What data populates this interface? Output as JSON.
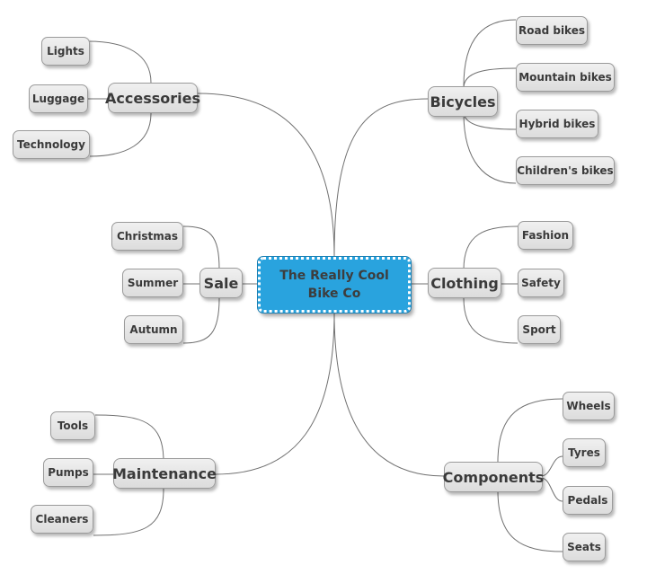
{
  "center": {
    "line1": "The Really Cool",
    "line2": "Bike Co"
  },
  "branches": {
    "accessories": {
      "label": "Accessories",
      "children": [
        "Lights",
        "Luggage",
        "Technology"
      ]
    },
    "sale": {
      "label": "Sale",
      "children": [
        "Christmas",
        "Summer",
        "Autumn"
      ]
    },
    "maintenance": {
      "label": "Maintenance",
      "children": [
        "Tools",
        "Pumps",
        "Cleaners"
      ]
    },
    "bicycles": {
      "label": "Bicycles",
      "children": [
        "Road bikes",
        "Mountain bikes",
        "Hybrid bikes",
        "Children's bikes"
      ]
    },
    "clothing": {
      "label": "Clothing",
      "children": [
        "Fashion",
        "Safety",
        "Sport"
      ]
    },
    "components": {
      "label": "Components",
      "children": [
        "Wheels",
        "Tyres",
        "Pedals",
        "Seats"
      ]
    }
  },
  "colors": {
    "center_fill": "#29a3de",
    "node_fill": "#e6e6e6",
    "line": "#707070"
  }
}
